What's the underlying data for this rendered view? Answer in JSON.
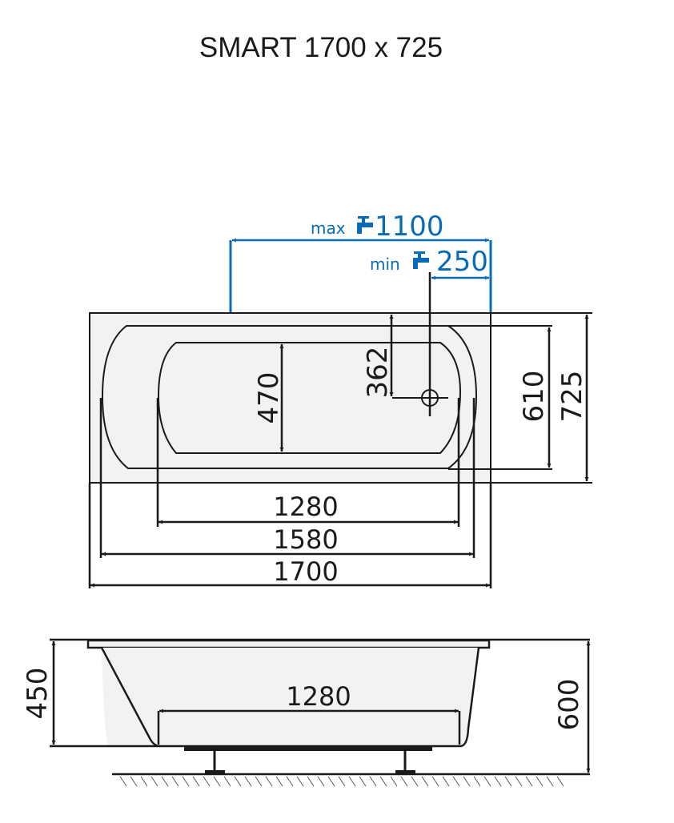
{
  "title": "SMART 1700 x 725",
  "colors": {
    "line": "#1a1a1a",
    "faucet_dimension": "#0a6bb5",
    "tub_fill": "#f1f2f4",
    "background": "#ffffff"
  },
  "plan_view": {
    "faucet_max": {
      "label": "max",
      "value": "1100",
      "icon": "faucet-icon"
    },
    "faucet_min": {
      "label": "min",
      "value": "250",
      "icon": "faucet-icon"
    },
    "inner_width": "470",
    "drain_offset": "362",
    "basin_width": "610",
    "overall_width": "725",
    "inner_length": "1280",
    "basin_length": "1580",
    "overall_length": "1700"
  },
  "side_view": {
    "depth": "450",
    "bottom_length": "1280",
    "overall_height": "600"
  }
}
